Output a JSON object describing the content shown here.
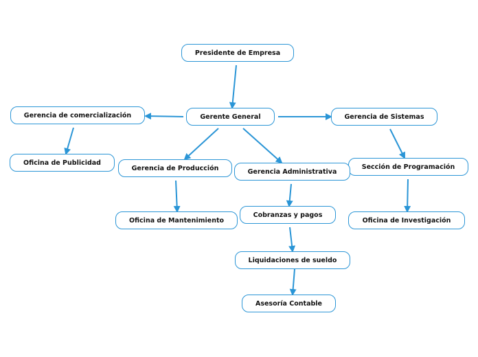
{
  "colors": {
    "line": "#2a95d6",
    "node_border": "#2a95d6",
    "node_fill": "#ffffff",
    "text": "#111111"
  },
  "nodes": {
    "presidente": "Presidente de Empresa",
    "gerente": "Gerente General",
    "comercial": "Gerencia de comercialización",
    "publicidad": "Oficina de Publicidad",
    "sistemas": "Gerencia de Sistemas",
    "programacion": "Sección de Programación",
    "investigacion": "Oficina de Investigación",
    "produccion": "Gerencia de Producción",
    "mantenimiento": "Oficina de Mantenimiento",
    "administrativa": "Gerencia Administrativa",
    "cobranzas": "Cobranzas y pagos",
    "liquidaciones": "Liquidaciones de sueldo",
    "asesoria": "Asesoría Contable"
  },
  "edges": [
    {
      "from": "presidente",
      "to": "gerente"
    },
    {
      "from": "gerente",
      "to": "comercial"
    },
    {
      "from": "gerente",
      "to": "sistemas"
    },
    {
      "from": "gerente",
      "to": "produccion"
    },
    {
      "from": "gerente",
      "to": "administrativa"
    },
    {
      "from": "comercial",
      "to": "publicidad"
    },
    {
      "from": "sistemas",
      "to": "programacion"
    },
    {
      "from": "programacion",
      "to": "investigacion"
    },
    {
      "from": "produccion",
      "to": "mantenimiento"
    },
    {
      "from": "administrativa",
      "to": "cobranzas"
    },
    {
      "from": "cobranzas",
      "to": "liquidaciones"
    },
    {
      "from": "liquidaciones",
      "to": "asesoria"
    }
  ]
}
